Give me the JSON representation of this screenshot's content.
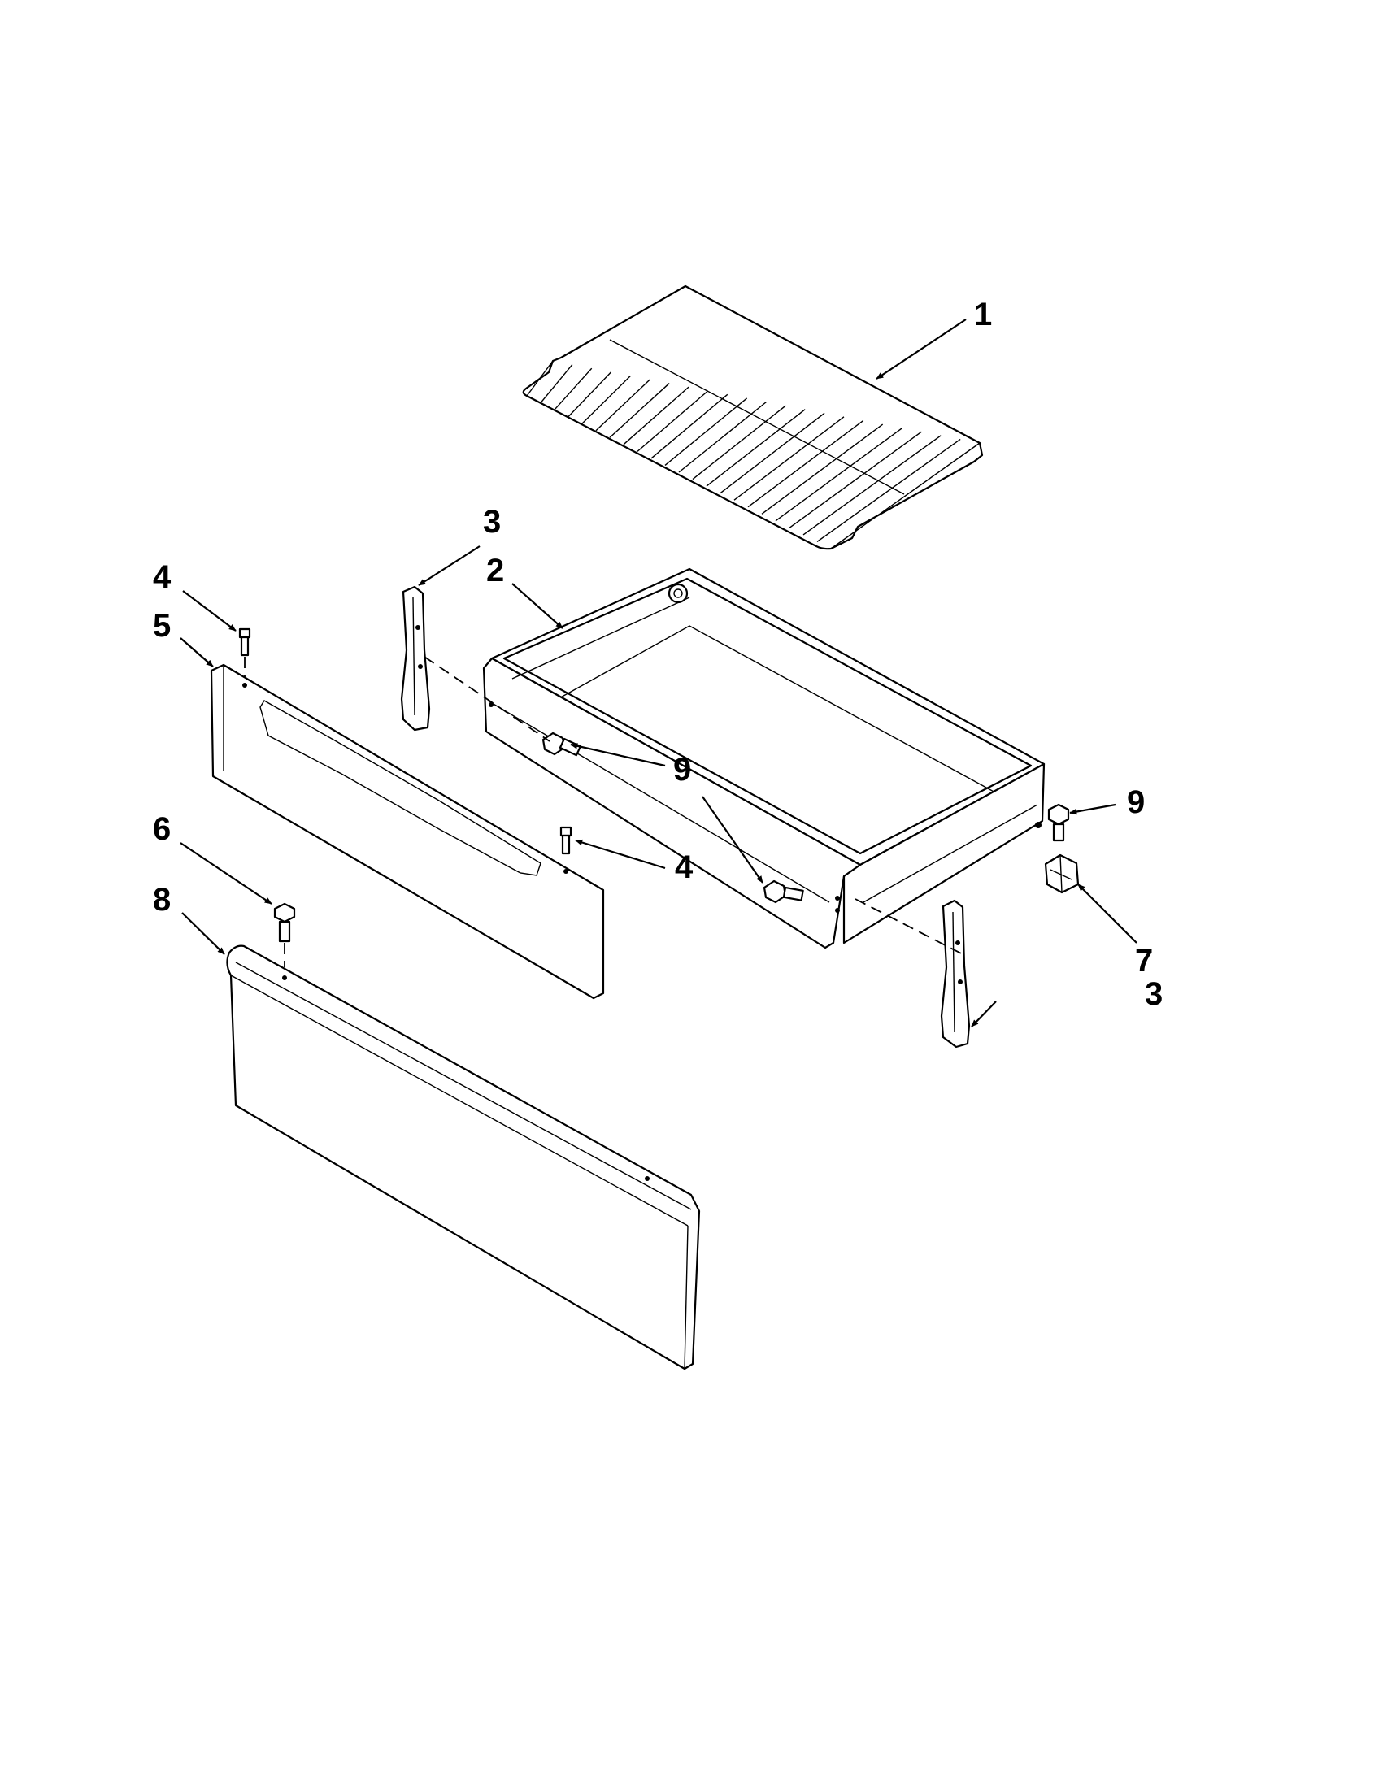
{
  "callouts": {
    "c1": "1",
    "c2": "2",
    "c3a": "3",
    "c3b": "3",
    "c4a": "4",
    "c4b": "4",
    "c5": "5",
    "c6": "6",
    "c7": "7",
    "c8": "8",
    "c9a": "9",
    "c9b": "9"
  }
}
